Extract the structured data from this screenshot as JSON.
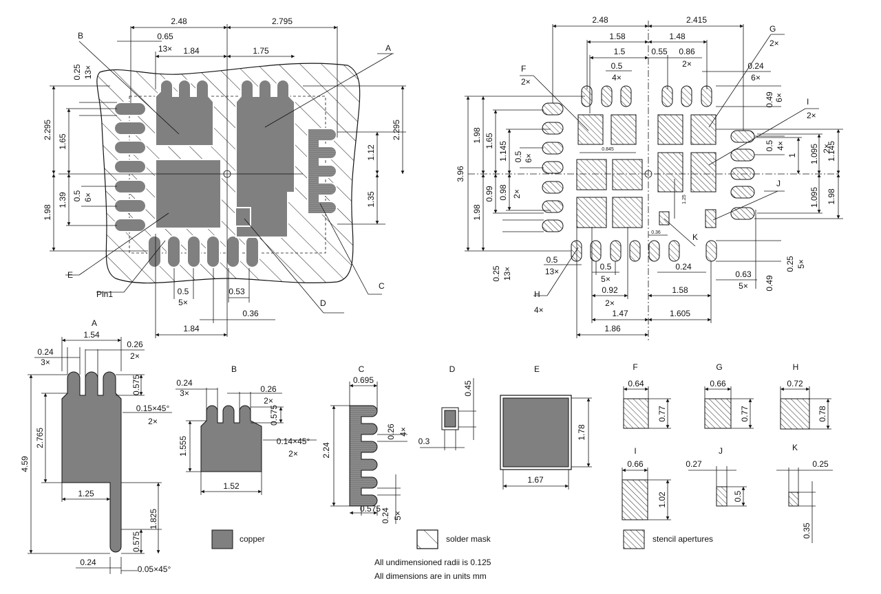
{
  "labels": {
    "A": "A",
    "B": "B",
    "C": "C",
    "D": "D",
    "E": "E",
    "F": "F",
    "G": "G",
    "H": "H",
    "I": "I",
    "J": "J",
    "K": "K",
    "pin1": "Pin1"
  },
  "left_view": {
    "top": [
      "2.48",
      "2.795",
      "0.65",
      "13×",
      "1.84",
      "1.75"
    ],
    "left": [
      "0.25",
      "13×",
      "2.295",
      "1.65",
      "1.39",
      "1.98",
      "0.5",
      "6×"
    ],
    "right": [
      "1.12",
      "2.295",
      "1.35"
    ],
    "bottom": [
      "0.5",
      "5×",
      "0.53",
      "0.36",
      "1.84"
    ]
  },
  "right_view": {
    "top": [
      "2.48",
      "2.415",
      "1.58",
      "1.48",
      "1.5",
      "0.55",
      "0.86",
      "0.5",
      "4×",
      "2×",
      "0.24",
      "6×",
      "0.49",
      "6×",
      "2×",
      "2×",
      "2×"
    ],
    "left": [
      "3.96",
      "1.98",
      "1.65",
      "1.145",
      "0.5",
      "6×",
      "0.99",
      "0.98",
      "2×",
      "1.98",
      "0.25",
      "13×",
      "0.845"
    ],
    "right": [
      "0.5",
      "4×",
      "1",
      "1.095",
      "2×",
      "1.145",
      "1.095",
      "1.98",
      "0.25",
      "5×",
      "1.25"
    ],
    "bottom": [
      "0.5",
      "13×",
      "0.5",
      "5×",
      "0.92",
      "2×",
      "1.47",
      "1.86",
      "0.24",
      "1.58",
      "1.605",
      "0.63",
      "5×",
      "0.49",
      "4×",
      "0.36"
    ]
  },
  "details": {
    "A": [
      "1.54",
      "0.24",
      "3×",
      "0.26",
      "2×",
      "0.575",
      "0.15×45°",
      "2×",
      "2.765",
      "4.59",
      "1.25",
      "1.825",
      "0.575",
      "0.24",
      "0.05×45°"
    ],
    "B": [
      "0.24",
      "3×",
      "0.26",
      "2×",
      "0.575",
      "0.14×45°",
      "2×",
      "1.555",
      "1.52"
    ],
    "C": [
      "0.695",
      "0.26",
      "4×",
      "2.24",
      "0.575",
      "0.24",
      "5×"
    ],
    "D": [
      "0.45",
      "0.3"
    ],
    "E": [
      "1.78",
      "1.67"
    ],
    "F": [
      "0.64",
      "0.77"
    ],
    "G": [
      "0.66",
      "0.77"
    ],
    "H": [
      "0.72",
      "0.78"
    ],
    "I": [
      "0.66",
      "1.02"
    ],
    "J": [
      "0.27",
      "0.5"
    ],
    "K": [
      "0.25",
      "0.35"
    ]
  },
  "legend": {
    "copper": "copper",
    "solder_mask": "solder mask",
    "stencil": "stencil apertures"
  },
  "notes": [
    "All undimensioned radii is 0.125",
    "All dimensions are in units mm"
  ]
}
